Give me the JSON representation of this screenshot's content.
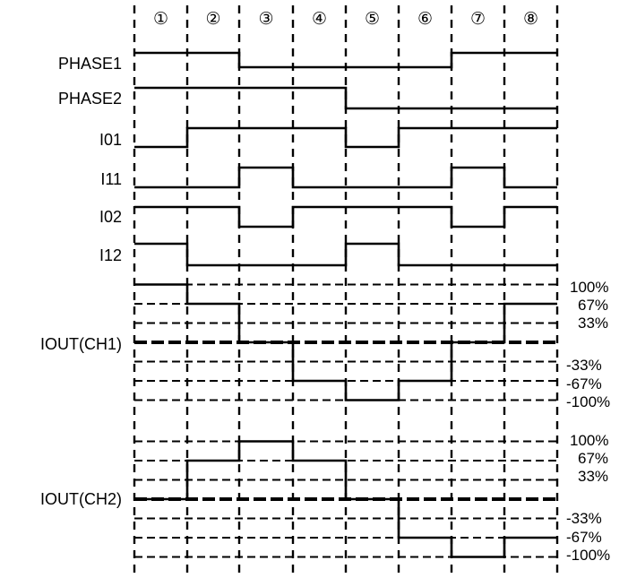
{
  "phase_labels": [
    "①",
    "②",
    "③",
    "④",
    "⑤",
    "⑥",
    "⑦",
    "⑧"
  ],
  "signals": [
    {
      "name": "PHASE1",
      "levels": [
        1,
        1,
        0,
        0,
        0,
        0,
        1,
        1
      ]
    },
    {
      "name": "PHASE2",
      "levels": [
        1,
        1,
        1,
        1,
        0,
        0,
        0,
        0
      ]
    },
    {
      "name": "I01",
      "levels": [
        0,
        1,
        1,
        1,
        0,
        1,
        1,
        1
      ]
    },
    {
      "name": "I11",
      "levels": [
        0,
        0,
        1,
        0,
        0,
        0,
        1,
        0
      ]
    },
    {
      "name": "I02",
      "levels": [
        1,
        1,
        0,
        1,
        1,
        1,
        0,
        1
      ]
    },
    {
      "name": "I12",
      "levels": [
        1,
        0,
        0,
        0,
        1,
        0,
        0,
        0
      ]
    }
  ],
  "outputs": [
    {
      "name": "IOUT(CH1)",
      "levels_percent": [
        100,
        67,
        0,
        -67,
        -100,
        -67,
        0,
        67
      ]
    },
    {
      "name": "IOUT(CH2)",
      "levels_percent": [
        0,
        67,
        100,
        67,
        0,
        -67,
        -100,
        -67
      ]
    }
  ],
  "scale_labels": [
    "100%",
    "67%",
    "33%",
    "-33%",
    "-67%",
    "-100%"
  ],
  "scale_values": [
    100,
    67,
    33,
    -33,
    -67,
    -100
  ]
}
